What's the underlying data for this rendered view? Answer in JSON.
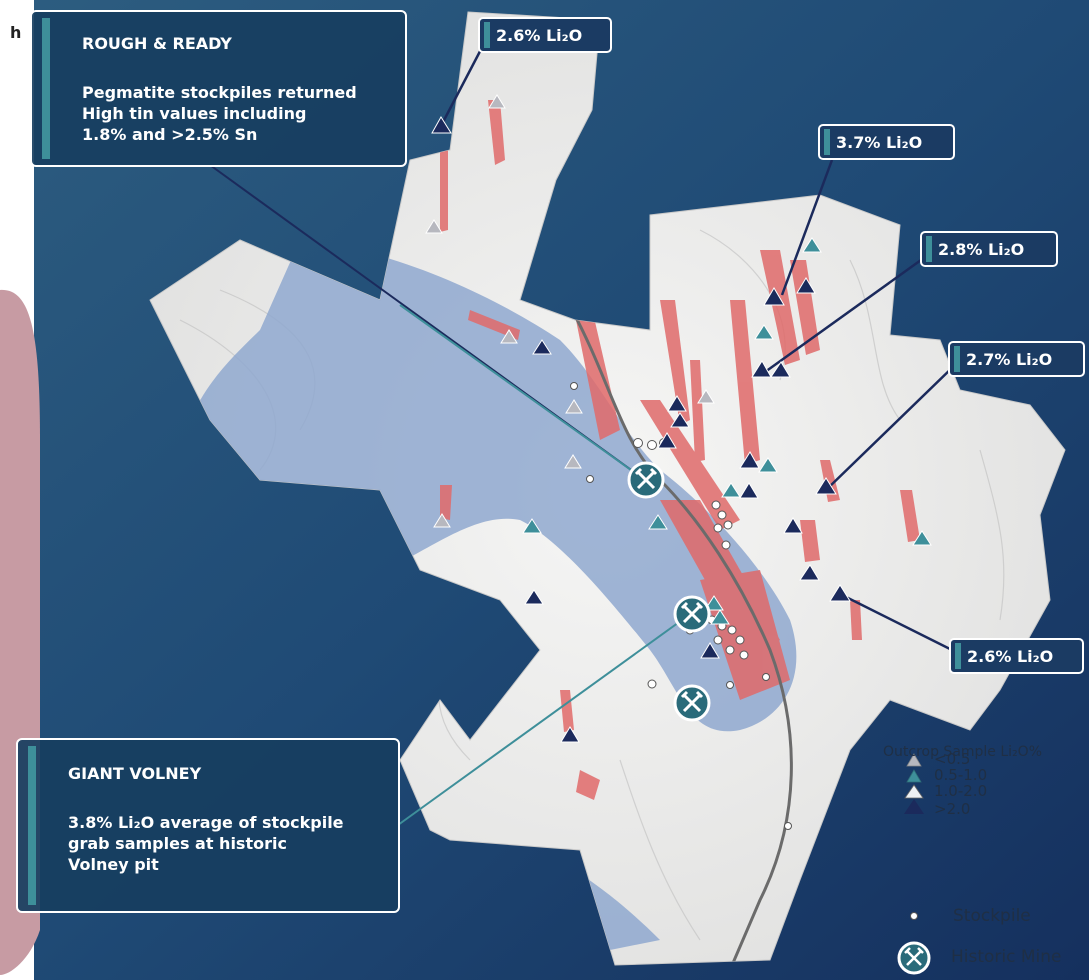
{
  "callouts": {
    "rough_ready": {
      "title": "ROUGH & READY",
      "lines": [
        "Pegmatite stockpiles returned",
        "High tin values including",
        "1.8% and >2.5% Sn"
      ]
    },
    "giant_volney": {
      "title": "GIANT VOLNEY",
      "lines": [
        "3.8% Li₂O average of stockpile",
        "grab samples at historic",
        "Volney pit"
      ]
    }
  },
  "tags": [
    {
      "id": "tag1",
      "text": "2.6% Li₂O"
    },
    {
      "id": "tag2",
      "text": "3.7% Li₂O"
    },
    {
      "id": "tag3",
      "text": "2.8% Li₂O"
    },
    {
      "id": "tag4",
      "text": "2.7% Li₂O"
    },
    {
      "id": "tag5",
      "text": "2.6% Li₂O"
    }
  ],
  "legend": {
    "title": "Outcrop Sample Li₂O%",
    "classes": [
      {
        "label": "<0.5",
        "color": "#b7b8bf"
      },
      {
        "label": "0.5-1.0",
        "color": "#3e8f9a"
      },
      {
        "label": "1.0-2.0",
        "color": "#eef1f4"
      },
      {
        "label": ">2.0",
        "color": "#1b2a5c"
      }
    ],
    "stockpile": "Stockpile",
    "mine": "Historic Mine"
  },
  "colors": {
    "background": "#1d3f6b",
    "pit_area": "#8fa8cf",
    "pegmatite": "#e06a6a",
    "accent_bar": "#3e8f9a",
    "sample_high": "#1b2a5c"
  }
}
